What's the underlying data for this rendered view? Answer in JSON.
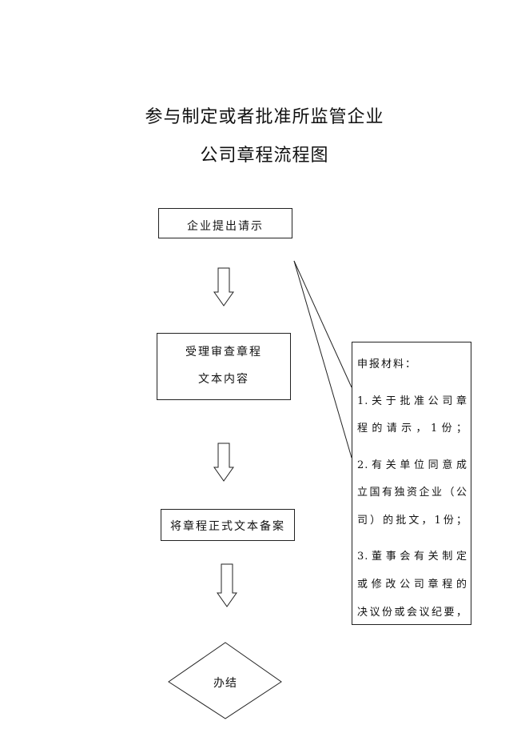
{
  "title": {
    "line1": "参与制定或者批准所监管企业",
    "line2": "公司章程流程图"
  },
  "steps": {
    "s1": "企业提出请示",
    "s2_line1": "受理审查章程",
    "s2_line2": "文本内容",
    "s3": "将章程正式文本备案",
    "end": "办结"
  },
  "materials": {
    "header": "申报材料：",
    "lines": [
      "1.关于批准公司章",
      "程的请示，1份；",
      "2.有关单位同意成",
      "立国有独资企业（公",
      "司）的批文，1份；",
      "3.董事会有关制定",
      "或修改公司章程的",
      "决议份或会议纪要，"
    ]
  }
}
